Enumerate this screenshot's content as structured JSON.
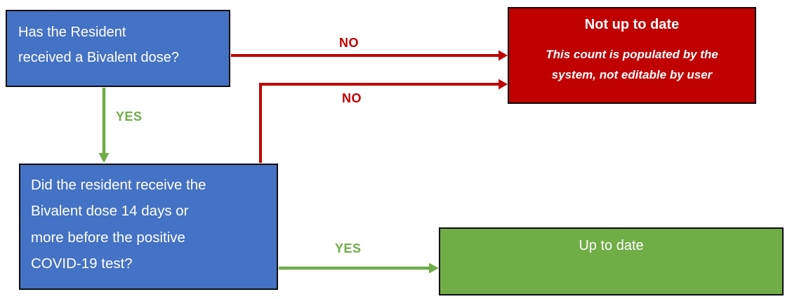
{
  "colors": {
    "blue": "#4472C4",
    "red": "#C00000",
    "green": "#70AD47",
    "border": "#0d0d0d",
    "text_on_fill": "#FFFFFF"
  },
  "nodes": {
    "q1": {
      "text": "Has the Resident\nreceived a Bivalent dose?"
    },
    "q2": {
      "text": "Did the resident receive the\nBivalent dose 14 days or\nmore before the positive\nCOVID-19 test?"
    },
    "not_up_to_date": {
      "title": "Not up to date",
      "note": "This count is populated by the\nsystem, not editable by user"
    },
    "up_to_date": {
      "title": "Up to date"
    }
  },
  "edges": {
    "no1": {
      "label": "NO"
    },
    "no2": {
      "label": "NO"
    },
    "yes1": {
      "label": "YES"
    },
    "yes2": {
      "label": "YES"
    }
  }
}
